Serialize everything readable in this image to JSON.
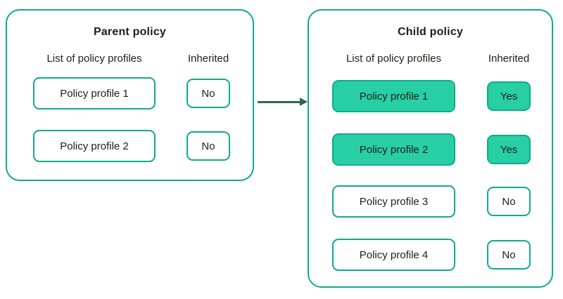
{
  "colors": {
    "accent": "#0dab8b",
    "fill": "#29cfa4",
    "arrow": "#2d665a",
    "text": "#1d1d1b"
  },
  "arrow": {
    "icon": "right-arrow"
  },
  "parent_panel": {
    "title": "Parent policy",
    "columns": {
      "profiles": "List of policy profiles",
      "inherited": "Inherited"
    },
    "rows": [
      {
        "profile": "Policy profile 1",
        "inherited": "No",
        "highlighted": false
      },
      {
        "profile": "Policy profile 2",
        "inherited": "No",
        "highlighted": false
      }
    ]
  },
  "child_panel": {
    "title": "Child policy",
    "columns": {
      "profiles": "List of policy profiles",
      "inherited": "Inherited"
    },
    "rows": [
      {
        "profile": "Policy profile 1",
        "inherited": "Yes",
        "highlighted": true
      },
      {
        "profile": "Policy profile 2",
        "inherited": "Yes",
        "highlighted": true
      },
      {
        "profile": "Policy profile 3",
        "inherited": "No",
        "highlighted": false
      },
      {
        "profile": "Policy profile 4",
        "inherited": "No",
        "highlighted": false
      }
    ]
  }
}
